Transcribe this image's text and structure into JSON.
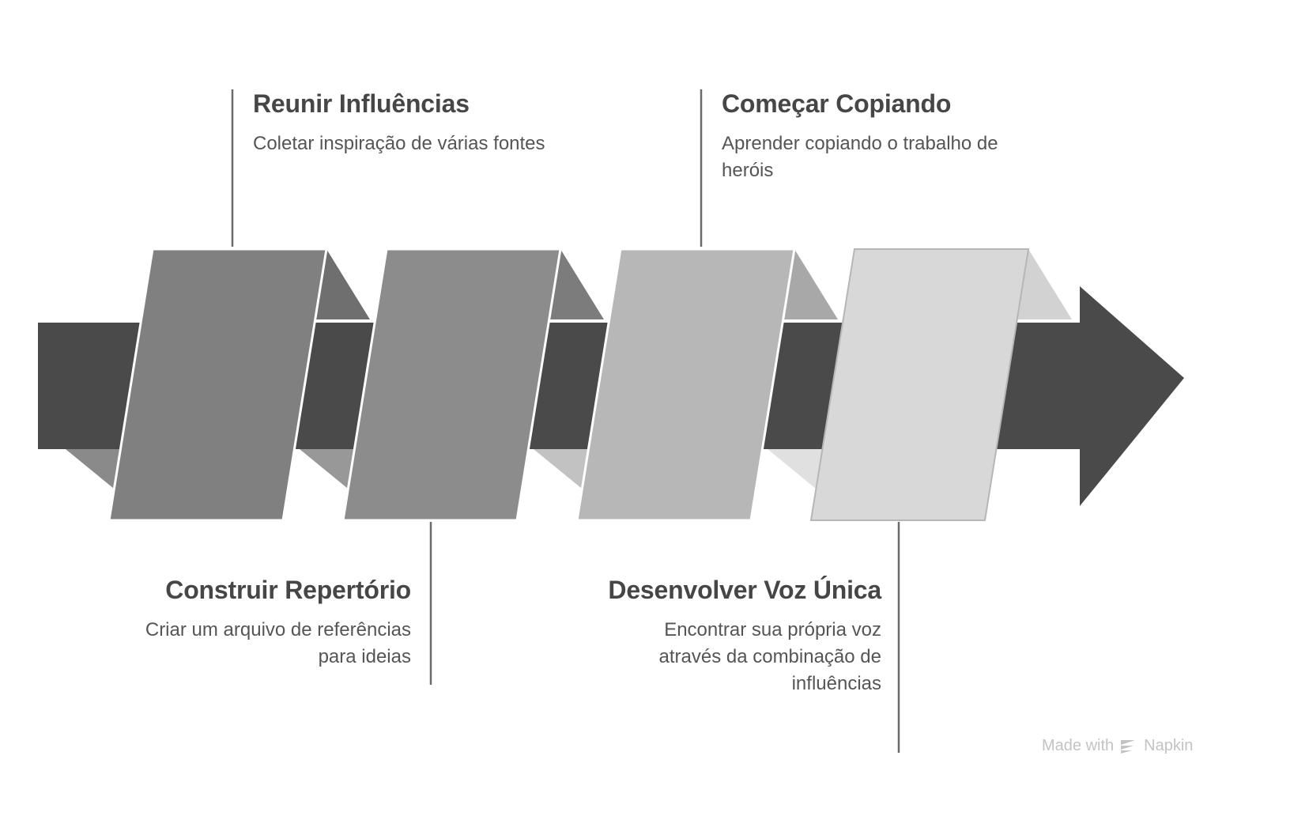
{
  "diagram": {
    "type": "process-arrow",
    "direction": "left-to-right",
    "title": "",
    "arrow_color": "#4a4a4a",
    "step_count": 4,
    "steps": [
      {
        "index": 1,
        "title": "Reunir Influências",
        "description": "Coletar inspiração de várias fontes",
        "block_color": "#808080",
        "label_position": "top",
        "text_align": "left"
      },
      {
        "index": 2,
        "title": "Construir Repertório",
        "description": "Criar um arquivo de referências para ideias",
        "block_color": "#8c8c8c",
        "label_position": "bottom",
        "text_align": "right"
      },
      {
        "index": 3,
        "title": "Começar Copiando",
        "description": "Aprender copiando o trabalho de heróis",
        "block_color": "#b7b7b7",
        "label_position": "top",
        "text_align": "left"
      },
      {
        "index": 4,
        "title": "Desenvolver Voz Única",
        "description": "Encontrar sua própria voz através da combinação de influências",
        "block_color": "#d8d8d8",
        "label_position": "bottom",
        "text_align": "right"
      }
    ]
  },
  "watermark": {
    "text_before": "Made with",
    "brand": "Napkin",
    "logo_name": "napkin-logo-icon",
    "color": "#c3c3c3"
  }
}
